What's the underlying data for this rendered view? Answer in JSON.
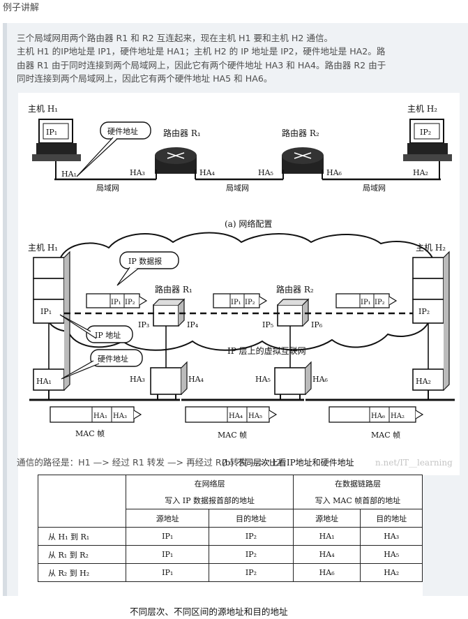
{
  "heading": "例子讲解",
  "intro": {
    "lines": [
      "三个局域网用两个路由器 R1 和 R2 互连起来，现在主机 H1 要和主机 H2 通信。",
      "主机 H1 的IP地址是 IP1，硬件地址是 HA1；主机 H2 的 IP 地址是 IP2，硬件地址是 HA2。路",
      "由器 R1 由于同时连接到两个局域网上，因此它有两个硬件地址 HA3 和 HA4。路由器 R2 由于",
      "同时连接到两个局域网上，因此它有两个硬件地址 HA5 和 HA6。"
    ]
  },
  "figure_a": {
    "host1": "主机 H₁",
    "host2": "主机 H₂",
    "ip1": "IP₁",
    "ip2": "IP₂",
    "hw_callout": "硬件地址",
    "router1": "路由器 R₁",
    "router2": "路由器 R₂",
    "ha1": "HA₁",
    "ha2": "HA₂",
    "ha3": "HA₃",
    "ha4": "HA₄",
    "ha5": "HA₅",
    "ha6": "HA₆",
    "lan": "局域网",
    "caption": "(a) 网络配置"
  },
  "figure_b": {
    "host1": "主机 H₁",
    "host2": "主机 H₂",
    "ip_datagram": "IP 数据报",
    "router1": "路由器 R₁",
    "router2": "路由器 R₂",
    "ip1": "IP₁",
    "ip2": "IP₂",
    "ip3": "IP₃",
    "ip4": "IP₄",
    "ip5": "IP₅",
    "ip6": "IP₆",
    "ip_address_callout": "IP 地址",
    "hw_callout": "硬件地址",
    "virtual_net": "IP 层上的虚拟互联网",
    "ha1": "HA₁",
    "ha2": "HA₂",
    "ha3": "HA₃",
    "ha4": "HA₄",
    "ha5": "HA₅",
    "ha6": "HA₆",
    "mac_frame": "MAC 帧",
    "caption": "(b) 不同层次上看IP地址和硬件地址",
    "watermark": "n.net/IT__learning"
  },
  "path_text": "通信的路径是：H1 —> 经过 R1 转发 —> 再经过 R2 转发 —> H2",
  "table": {
    "group_network": "在网络层",
    "group_network_sub": "写入 IP 数据报首部的地址",
    "group_link": "在数据链路层",
    "group_link_sub": "写入 MAC 帧首部的地址",
    "src": "源地址",
    "dst": "目的地址",
    "rows": [
      {
        "label": "从 H₁ 到 R₁",
        "ip_src": "IP₁",
        "ip_dst": "IP₂",
        "mac_src": "HA₁",
        "mac_dst": "HA₃"
      },
      {
        "label": "从 R₁ 到 R₂",
        "ip_src": "IP₁",
        "ip_dst": "IP₂",
        "mac_src": "HA₄",
        "mac_dst": "HA₅"
      },
      {
        "label": "从 R₂ 到 H₂",
        "ip_src": "IP₁",
        "ip_dst": "IP₂",
        "mac_src": "HA₆",
        "mac_dst": "HA₂"
      }
    ],
    "caption": "不同层次、不同区间的源地址和目的地址"
  }
}
